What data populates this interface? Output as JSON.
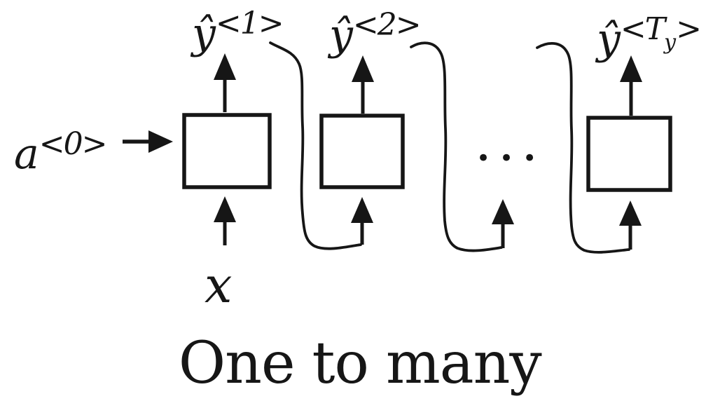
{
  "colors": {
    "background": "#ffffff",
    "ink": "#161616"
  },
  "caption": "One to many",
  "labels": {
    "initial_activation": {
      "base": "a",
      "sup": "<0>"
    },
    "output_1": {
      "base": "ŷ",
      "sup": "<1>"
    },
    "output_2": {
      "base": "ŷ",
      "sup": "<2>"
    },
    "output_T": {
      "base": "ŷ",
      "sup_pre": "<T",
      "sub": "y",
      "sup_post": ">"
    },
    "input": {
      "base": "x"
    },
    "ellipsis": "•••"
  }
}
